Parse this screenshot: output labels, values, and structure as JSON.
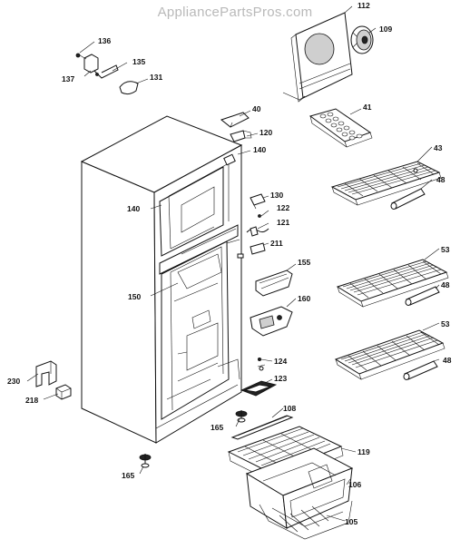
{
  "watermark": "AppliancePartsPros.com",
  "labels": [
    {
      "id": "112",
      "text": "112"
    },
    {
      "id": "109",
      "text": "109"
    },
    {
      "id": "136",
      "text": "136"
    },
    {
      "id": "135",
      "text": "135"
    },
    {
      "id": "137",
      "text": "137"
    },
    {
      "id": "131",
      "text": "131"
    },
    {
      "id": "40",
      "text": "40"
    },
    {
      "id": "41",
      "text": "41"
    },
    {
      "id": "120",
      "text": "120"
    },
    {
      "id": "140a",
      "text": "140"
    },
    {
      "id": "43",
      "text": "43"
    },
    {
      "id": "48a",
      "text": "48"
    },
    {
      "id": "140b",
      "text": "140"
    },
    {
      "id": "130",
      "text": "130"
    },
    {
      "id": "122",
      "text": "122"
    },
    {
      "id": "121",
      "text": "121"
    },
    {
      "id": "211",
      "text": "211"
    },
    {
      "id": "53a",
      "text": "53"
    },
    {
      "id": "155",
      "text": "155"
    },
    {
      "id": "150",
      "text": "150"
    },
    {
      "id": "48b",
      "text": "48"
    },
    {
      "id": "160",
      "text": "160"
    },
    {
      "id": "53b",
      "text": "53"
    },
    {
      "id": "124",
      "text": "124"
    },
    {
      "id": "48c",
      "text": "48"
    },
    {
      "id": "230",
      "text": "230"
    },
    {
      "id": "123",
      "text": "123"
    },
    {
      "id": "218",
      "text": "218"
    },
    {
      "id": "108",
      "text": "108"
    },
    {
      "id": "165a",
      "text": "165"
    },
    {
      "id": "119",
      "text": "119"
    },
    {
      "id": "106",
      "text": "106"
    },
    {
      "id": "165b",
      "text": "165"
    },
    {
      "id": "105",
      "text": "105"
    }
  ]
}
